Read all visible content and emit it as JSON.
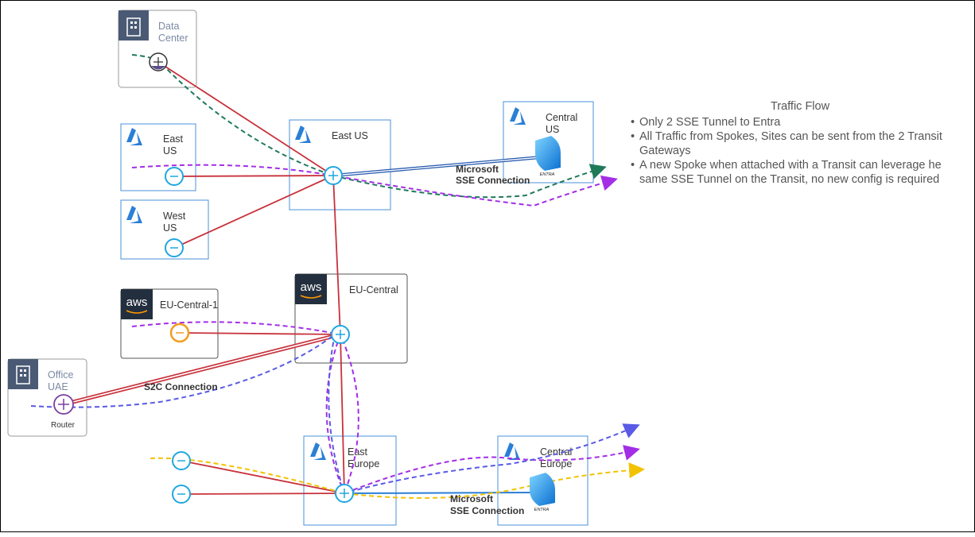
{
  "boxes": {
    "data_center": "Data\nCenter",
    "east_us_spoke": "East\nUS",
    "west_us_spoke": "West\nUS",
    "east_us_transit": "East US",
    "central_us": "Central\nUS",
    "eu_central_1": "EU-Central-1",
    "eu_central": "EU-Central",
    "office_uae": "Office\nUAE",
    "router": "Router",
    "east_europe": "East\nEurope",
    "central_europe": "Central\nEurope"
  },
  "connections": {
    "sse_us": "Microsoft\nSSE Connection",
    "sse_eu": "Microsoft\nSSE Connection",
    "s2c": "S2C Connection"
  },
  "logos": {
    "aws": "aws",
    "entra": "ENTRA"
  },
  "traffic_flow": {
    "title": "Traffic Flow",
    "bullets": [
      "Only 2 SSE Tunnel to Entra",
      "All Traffic from Spokes, Sites can be sent from the 2 Transit Gateways",
      "A new Spoke when attached with a Transit can leverage he same SSE Tunnel on the Transit, no new config is required"
    ]
  },
  "colors": {
    "red_link": "#c8323c",
    "purple_flow": "#a32ee6",
    "green_flow": "#1f7a5a",
    "blue_flow": "#5a5ae6",
    "yellow_flow": "#f2c200",
    "azure": "#2a7fd6",
    "box_border": "#4a90d9",
    "gray_border": "#999999"
  }
}
